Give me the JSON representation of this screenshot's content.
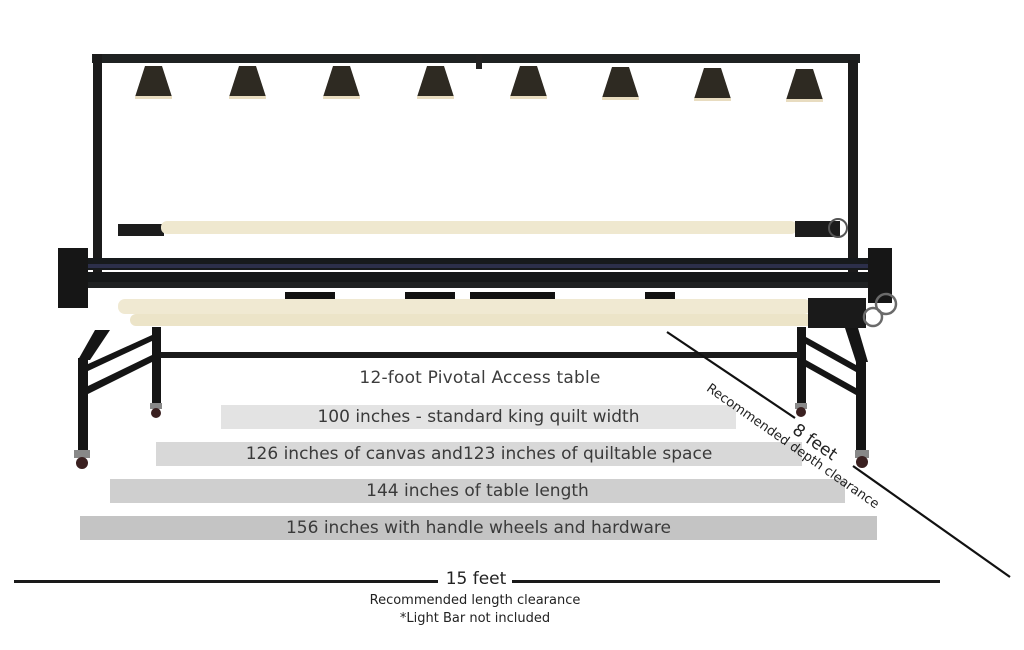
{
  "diagram": {
    "product_title": "12-foot Pivotal Access table",
    "measurement_bars": [
      {
        "label": "100 inches - standard king quilt width",
        "color": "#e3e3e3"
      },
      {
        "label": "126 inches of canvas and123 inches of quiltable space",
        "color": "#d8d8d8"
      },
      {
        "label": "144 inches of table length",
        "color": "#cfcfcf"
      },
      {
        "label": "156 inches with handle wheels and hardware",
        "color": "#c4c4c4"
      }
    ],
    "length_clearance": {
      "value": "15 feet",
      "label": "Recommended length clearance",
      "note": "*Light Bar not included"
    },
    "depth_clearance": {
      "value": "8 feet",
      "label": "Recommended depth clearance"
    },
    "light_bar": {
      "lamp_count": 8,
      "lamp_color": "#2e2a22",
      "frame_color": "#1e2020"
    },
    "rollers": {
      "color": "#efe8cf",
      "count": 3
    }
  }
}
